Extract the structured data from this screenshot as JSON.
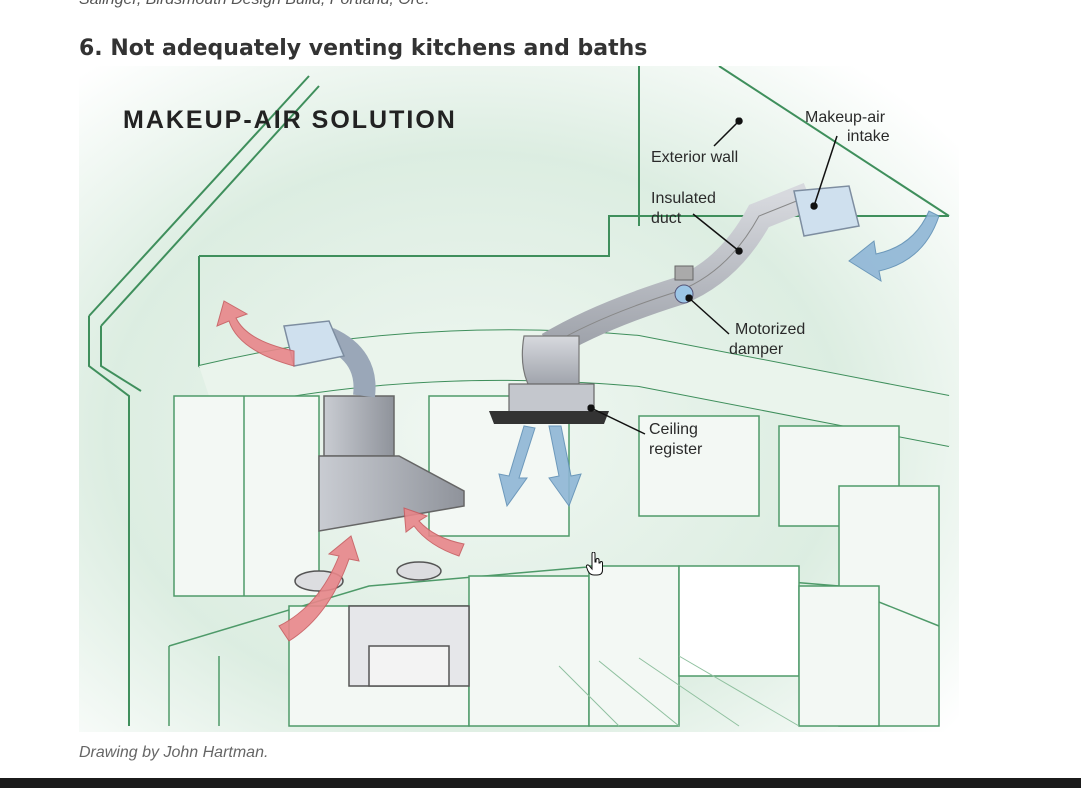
{
  "article": {
    "previous_caption_cut": "Salinger, Birdsmouth Design Build, Portland, Ore.",
    "heading": "6. Not adequately venting kitchens and baths",
    "caption": "Drawing by John Hartman."
  },
  "illustration": {
    "title": "MAKEUP-AIR SOLUTION",
    "labels": {
      "exterior_wall": "Exterior wall",
      "makeup_air_1": "Makeup-air",
      "makeup_air_2": "intake",
      "insulated_1": "Insulated",
      "insulated_2": "duct",
      "motorized_1": "Motorized",
      "motorized_2": "damper",
      "ceiling_1": "Ceiling",
      "ceiling_2": "register"
    },
    "colors": {
      "line_green": "#3f8f5c",
      "wash_green": "#d9ecdf",
      "exhaust_red": "#e8868a",
      "supply_blue": "#8fb6d6",
      "metal_gray": "#b9bcc3"
    }
  }
}
